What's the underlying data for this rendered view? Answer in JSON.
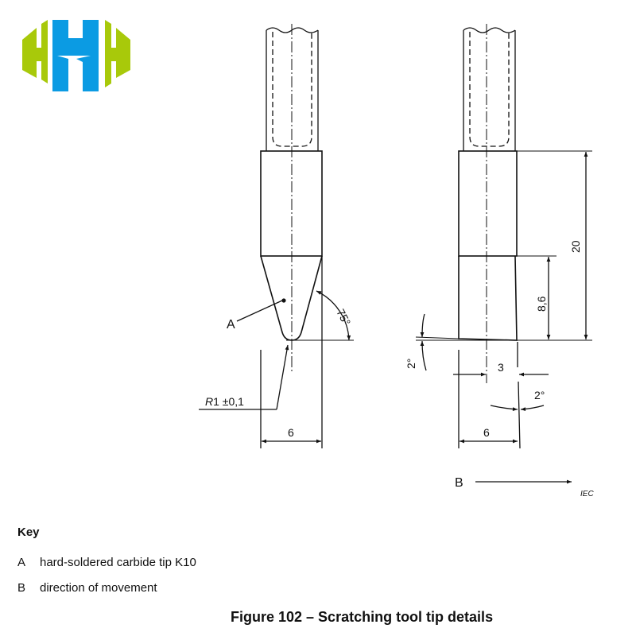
{
  "logo": {
    "text": "HHH",
    "colors": {
      "green": "#a8c90a",
      "blue": "#0b9be3"
    }
  },
  "drawing": {
    "label_a": "A",
    "angle_tip": "75°",
    "radius_prefix": "R",
    "radius_value": "1 ±0,1",
    "width_left": "6",
    "height_total": "20",
    "height_tip": "8,6",
    "angle_bottom": "2°",
    "offset": "3",
    "angle_side": "2°",
    "width_right": "6",
    "label_b": "B",
    "source": "IEC"
  },
  "key": {
    "title": "Key",
    "items": [
      {
        "letter": "A",
        "text": "hard-soldered carbide tip K10"
      },
      {
        "letter": "B",
        "text": "direction of movement"
      }
    ]
  },
  "caption": "Figure 102 – Scratching tool tip details"
}
